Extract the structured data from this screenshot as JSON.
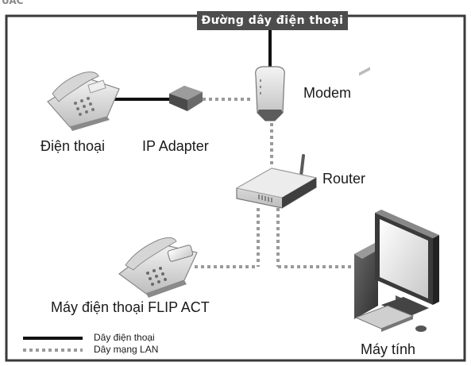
{
  "header_code": "UAC",
  "badge": {
    "label": "Đường dây điện thoại"
  },
  "labels": {
    "modem": "Modem",
    "phone": "Điện thoại",
    "ip_adapter": "IP Adapter",
    "router": "Router",
    "flip_phone": "Máy điện thoại FLIP ACT",
    "computer": "Máy tính"
  },
  "legend": {
    "phone_line": "Dây điện thoại",
    "lan_line": "Dây mạng LAN"
  },
  "colors": {
    "frame": "#3a3a3a",
    "phone_line": "#111111",
    "lan_line": "#9a9a9a",
    "badge_bg": "#4d4d4d"
  }
}
